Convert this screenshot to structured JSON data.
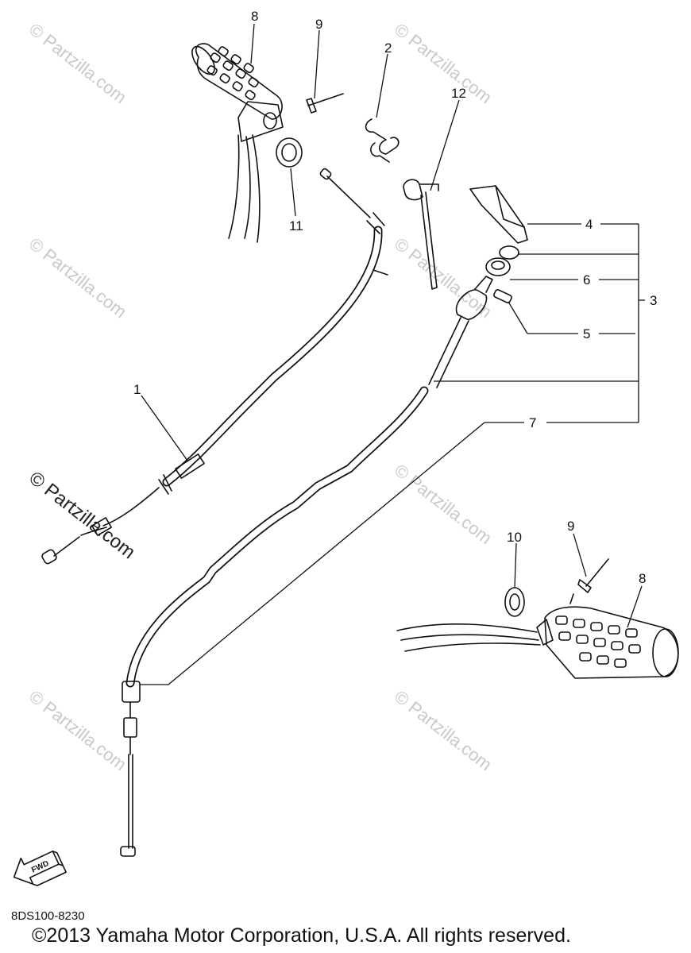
{
  "diagram_code": "8DS100-8230",
  "copyright": "©2013 Yamaha Motor Corporation, U.S.A. All rights reserved.",
  "watermark": "© Partzilla.com",
  "fwd_label": "FWD",
  "callouts": {
    "c1": "1",
    "c2": "2",
    "c3": "3",
    "c4": "4",
    "c5": "5",
    "c6": "6",
    "c7": "7",
    "c8_top": "8",
    "c8_bottom": "8",
    "c9_top": "9",
    "c9_bottom": "9",
    "c10": "10",
    "c11": "11",
    "c12": "12"
  }
}
